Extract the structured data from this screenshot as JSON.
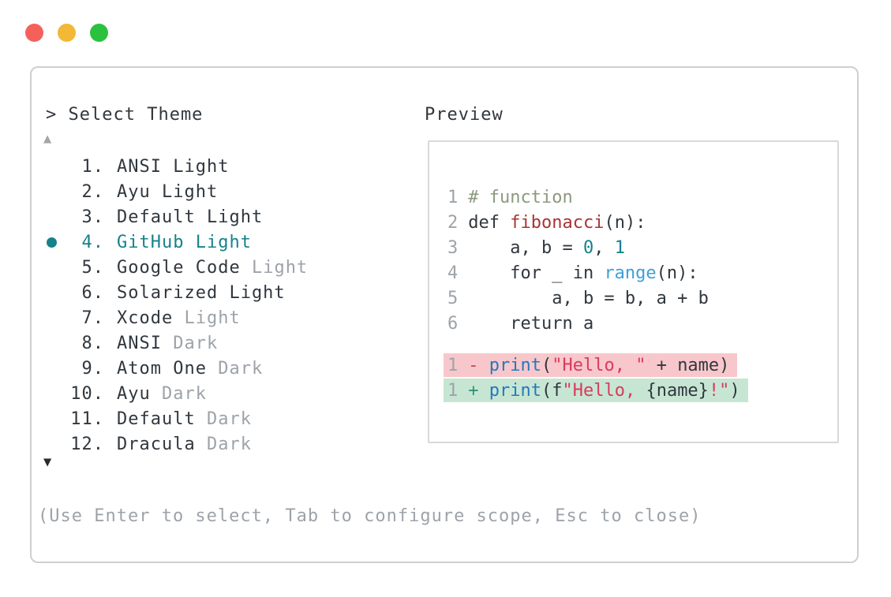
{
  "window_controls": {
    "close_color": "#f4615b",
    "minimize_color": "#f2b836",
    "zoom_color": "#2ac13f"
  },
  "dialog": {
    "title": "> Select Theme",
    "preview_label": "Preview",
    "scroll_up_indicator": "▲",
    "scroll_down_indicator": "▼",
    "help_text": "(Use Enter to select, Tab to configure scope, Esc to close)"
  },
  "theme_list": {
    "selected_number": "4.",
    "items": [
      {
        "number": "1.",
        "name": "ANSI Light",
        "muted_suffix": "",
        "selected": false
      },
      {
        "number": "2.",
        "name": "Ayu Light",
        "muted_suffix": "",
        "selected": false
      },
      {
        "number": "3.",
        "name": "Default Light",
        "muted_suffix": "",
        "selected": false
      },
      {
        "number": "4.",
        "name": "GitHub Light",
        "muted_suffix": "",
        "selected": true
      },
      {
        "number": "5.",
        "name": "Google Code",
        "muted_suffix": "Light",
        "selected": false
      },
      {
        "number": "6.",
        "name": "Solarized Light",
        "muted_suffix": "",
        "selected": false
      },
      {
        "number": "7.",
        "name": "Xcode",
        "muted_suffix": "Light",
        "selected": false
      },
      {
        "number": "8.",
        "name": "ANSI",
        "muted_suffix": "Dark",
        "selected": false
      },
      {
        "number": "9.",
        "name": "Atom One",
        "muted_suffix": "Dark",
        "selected": false
      },
      {
        "number": "10.",
        "name": "Ayu",
        "muted_suffix": "Dark",
        "selected": false
      },
      {
        "number": "11.",
        "name": "Default",
        "muted_suffix": "Dark",
        "selected": false
      },
      {
        "number": "12.",
        "name": "Dracula",
        "muted_suffix": "Dark",
        "selected": false
      }
    ]
  },
  "preview": {
    "code_lines": [
      {
        "num": "1",
        "segments": [
          {
            "text": "# function",
            "style": "comment"
          }
        ]
      },
      {
        "num": "2",
        "segments": [
          {
            "text": "def ",
            "style": "plain"
          },
          {
            "text": "fibonacci",
            "style": "function"
          },
          {
            "text": "(n):",
            "style": "plain"
          }
        ]
      },
      {
        "num": "3",
        "segments": [
          {
            "text": "    a, b = ",
            "style": "plain"
          },
          {
            "text": "0",
            "style": "number"
          },
          {
            "text": ", ",
            "style": "plain"
          },
          {
            "text": "1",
            "style": "number"
          }
        ]
      },
      {
        "num": "4",
        "segments": [
          {
            "text": "    for _ in ",
            "style": "plain"
          },
          {
            "text": "range",
            "style": "builtin"
          },
          {
            "text": "(n):",
            "style": "plain"
          }
        ]
      },
      {
        "num": "5",
        "segments": [
          {
            "text": "        a, b = b, a + b",
            "style": "plain"
          }
        ]
      },
      {
        "num": "6",
        "segments": [
          {
            "text": "    return a",
            "style": "plain"
          }
        ]
      }
    ],
    "diff_lines": [
      {
        "num": "1",
        "kind": "removed",
        "segments": [
          {
            "text": "- ",
            "style": "diff_removed_sign"
          },
          {
            "text": "print",
            "style": "call"
          },
          {
            "text": "(",
            "style": "plain"
          },
          {
            "text": "\"Hello, \"",
            "style": "string"
          },
          {
            "text": " + name)",
            "style": "plain"
          }
        ]
      },
      {
        "num": "1",
        "kind": "added",
        "segments": [
          {
            "text": "+ ",
            "style": "diff_added_sign"
          },
          {
            "text": "print",
            "style": "call"
          },
          {
            "text": "(f",
            "style": "plain"
          },
          {
            "text": "\"Hello, ",
            "style": "string"
          },
          {
            "text": "{name}",
            "style": "plain"
          },
          {
            "text": "!\"",
            "style": "string"
          },
          {
            "text": ")",
            "style": "plain"
          }
        ]
      }
    ]
  },
  "colors": {
    "text_primary": "#30373e",
    "text_muted": "#9da3a9",
    "accent_teal": "#15828b",
    "window_border": "#cfcfcf",
    "preview_border": "#d9d9d9",
    "syntax": {
      "plain": "#30373e",
      "comment": "#8b9a7d",
      "function": "#a93434",
      "number": "#15828b",
      "builtin": "#3f9fd8",
      "call": "#2478bd",
      "string": "#d93a5e",
      "diff_removed_sign": "#cf4450",
      "diff_added_sign": "#2f9475",
      "lineno": "#9da3a9",
      "removed_bg": "#f8c7cb",
      "added_bg": "#c6e6d3"
    }
  }
}
